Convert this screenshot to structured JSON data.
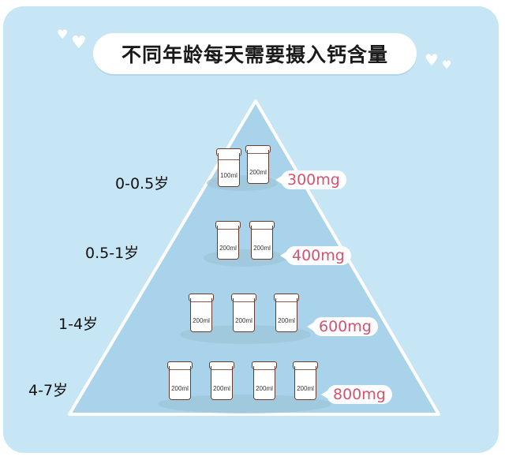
{
  "title": "不同年龄每天需要摄入钙含量",
  "levels": [
    {
      "age": "0-0.5岁",
      "amount": "300mg",
      "glasses": [
        "100ml",
        "200ml"
      ]
    },
    {
      "age": "0.5-1岁",
      "amount": "400mg",
      "glasses": [
        "200ml",
        "200ml"
      ]
    },
    {
      "age": "1-4岁",
      "amount": "600mg",
      "glasses": [
        "200ml",
        "200ml",
        "200ml"
      ]
    },
    {
      "age": "4-7岁",
      "amount": "800mg",
      "glasses": [
        "200ml",
        "200ml",
        "200ml",
        "200ml"
      ]
    }
  ],
  "colors": {
    "background": "#c6e6f6",
    "pyramid": "#a9d3ea",
    "accent": "#d5536b",
    "glass_outline": "#6b3c2c"
  }
}
